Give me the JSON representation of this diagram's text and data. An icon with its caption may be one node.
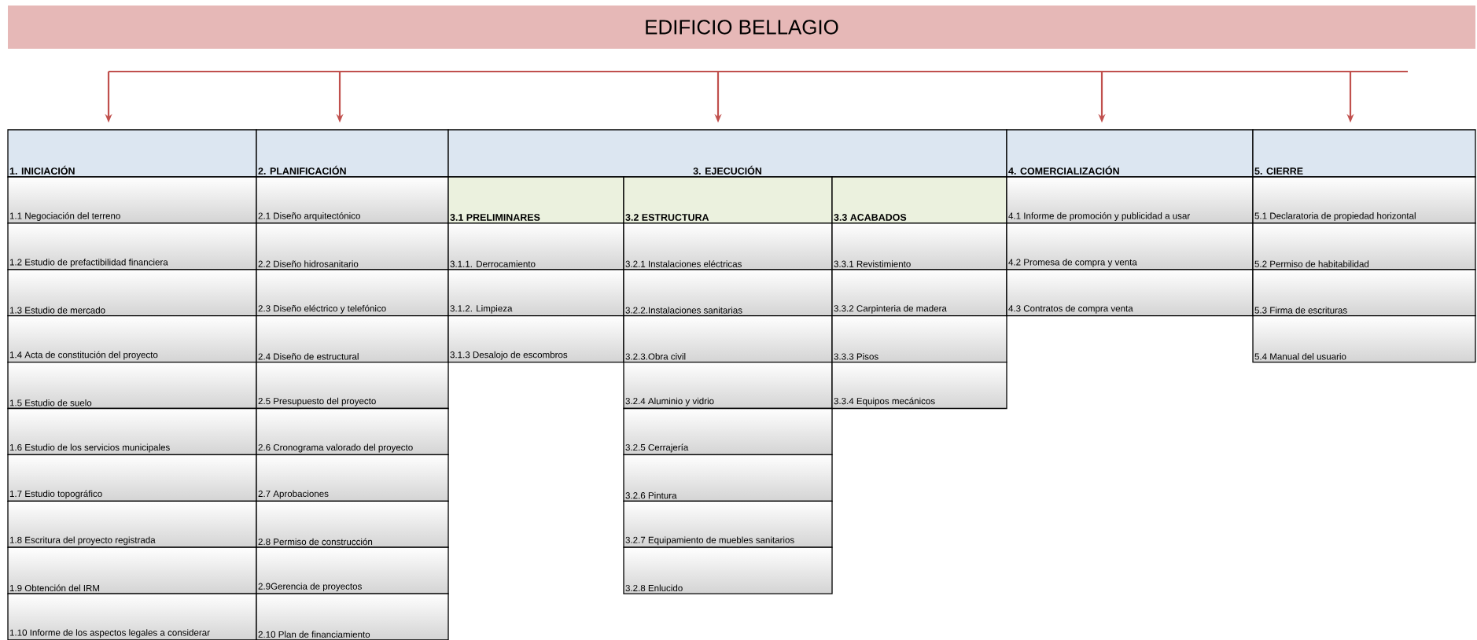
{
  "diagram": {
    "nodes": [
      {
        "text": [
          "EDIFICIO BELLAGIO"
        ]
      },
      {
        "text": [
          "1. INICIACIÓN"
        ]
      },
      {
        "text": [
          "1.1 Negociación del terreno"
        ]
      },
      {
        "text": [
          "1.2 Estudio de prefactibilidad financiera"
        ]
      },
      {
        "text": [
          "1.3 Estudio de mercado"
        ]
      },
      {
        "text": [
          "1.4 Acta de constitución del proyecto"
        ]
      },
      {
        "text": [
          "1.5 Estudio de suelo"
        ]
      },
      {
        "text": [
          "1.6 Estudio de los servicios municipales"
        ]
      },
      {
        "text": [
          "1.7 Estudio topográfico"
        ]
      },
      {
        "text": [
          "1.8 Escritura del proyecto registrada"
        ]
      },
      {
        "text": [
          "1.9 Obtención del IRM"
        ]
      },
      {
        "text": [
          "1.10 Informe de los aspectos legales a considerar"
        ]
      },
      {
        "text": [
          "2. PLANIFICACIÓN"
        ]
      },
      {
        "text": [
          "2.1 Diseño arquitectónico"
        ]
      },
      {
        "text": [
          "2.2 Diseño hidrosanitario"
        ]
      },
      {
        "text": [
          "2.3 Diseño eléctrico y telefónico"
        ]
      },
      {
        "text": [
          "2.4 Diseño de estructural"
        ]
      },
      {
        "text": [
          "2.5 Presupuesto del proyecto"
        ]
      },
      {
        "text": [
          "2.6 Cronograma valorado del proyecto"
        ]
      },
      {
        "text": [
          "2.7 Aprobaciones"
        ]
      },
      {
        "text": [
          "2.8 Permiso de construcción"
        ]
      },
      {
        "text": [
          "2.9Gerencia de proyectos"
        ]
      },
      {
        "text": [
          "2.10 Plan de financiamiento"
        ]
      },
      {
        "text": [
          "3. EJECUCIÓN"
        ]
      },
      {
        "text": [
          "3.1 PRELIMINARES"
        ]
      },
      {
        "text": [
          "3.1.1. Derrocamiento"
        ]
      },
      {
        "text": [
          "3.1.2. Limpieza"
        ]
      },
      {
        "text": [
          "3.1.3 Desalojo de escombros"
        ]
      },
      {
        "text": [
          "3.2 ESTRUCTURA"
        ]
      },
      {
        "text": [
          "3.2.1 Instalaciones eléctricas"
        ]
      },
      {
        "text": [
          "3.2.2.Instalaciones sanitarias"
        ]
      },
      {
        "text": [
          "3.2.3.Obra civil"
        ]
      },
      {
        "text": [
          "3.2.4 Aluminio y vidrio"
        ]
      },
      {
        "text": [
          "3.2.5 Cerrajería"
        ]
      },
      {
        "text": [
          "3.2.6 Pintura"
        ]
      },
      {
        "text": [
          "3.2.7 Equipamiento de muebles sanitarios"
        ]
      },
      {
        "text": [
          "3.2.8 Enlucido"
        ]
      },
      {
        "text": [
          "3.3 ACABADOS"
        ]
      },
      {
        "text": [
          "3.3.1 Revistimiento"
        ]
      },
      {
        "text": [
          "3.3.2 Carpinteria de madera"
        ]
      },
      {
        "text": [
          "3.3.3 Pisos"
        ]
      },
      {
        "text": [
          "3.3.4 Equipos mecánicos"
        ]
      },
      {
        "text": [
          "4. COMERCIALIZACIÓN"
        ]
      },
      {
        "text": [
          "4.1 Informe de promoción y publicidad a usar"
        ]
      },
      {
        "text": [
          "4.2 Promesa de compra y venta"
        ]
      },
      {
        "text": [
          "4.3 Contratos de compra venta"
        ]
      },
      {
        "text": [
          "5. CIERRE"
        ]
      },
      {
        "text": [
          "5.1 Declaratoria de propiedad horizontal"
        ]
      },
      {
        "text": [
          "5.2 Permiso de habitabilidad"
        ]
      },
      {
        "text": [
          "5.3 Firma de escrituras"
        ]
      },
      {
        "text": [
          "5.4 Manual del usuario"
        ]
      }
    ],
    "edges": [
      {
        "from": null,
        "to": 1,
        "arrow": "to"
      },
      {
        "from": null,
        "to": 12,
        "arrow": "to"
      },
      {
        "from": null,
        "to": 23,
        "arrow": "to"
      },
      {
        "from": null,
        "to": 42,
        "arrow": "to"
      },
      {
        "from": null,
        "to": 46,
        "arrow": "to"
      }
    ]
  }
}
